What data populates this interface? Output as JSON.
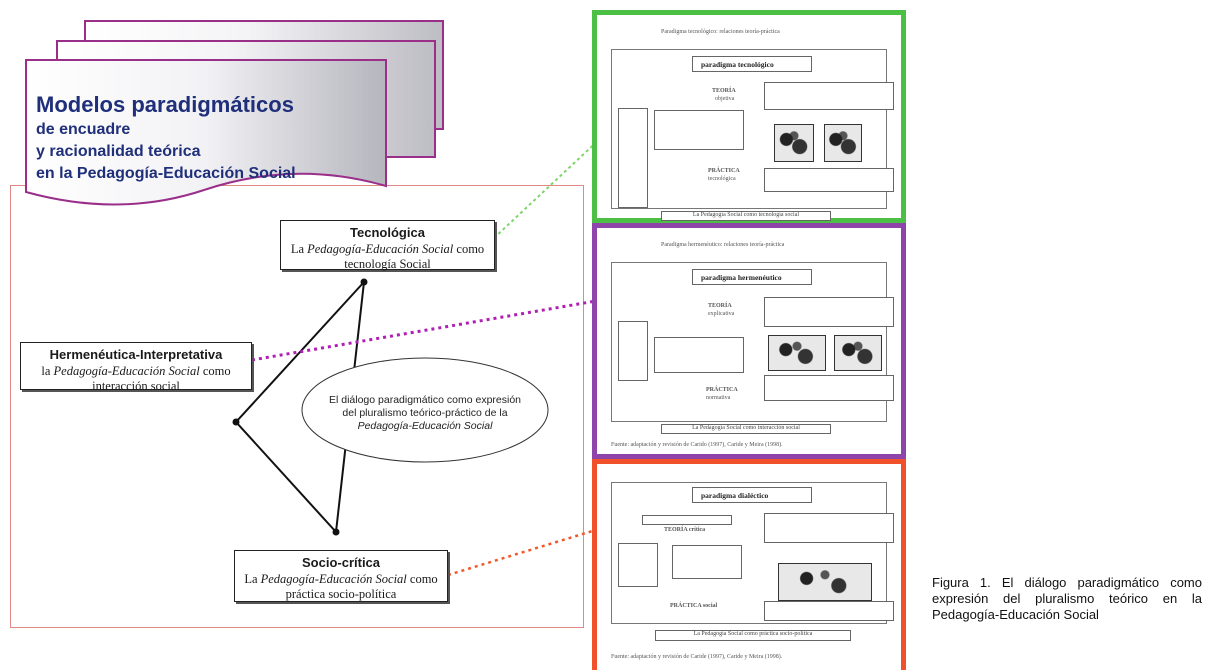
{
  "banner": {
    "title": "Modelos paradigmáticos",
    "line2": "de encuadre",
    "line3": "y racionalidad teórica",
    "line4": "en la Pedagogía-Educación Social"
  },
  "nodes": {
    "tecnologica": {
      "head": "Tecnológica",
      "sub_pre": "La ",
      "sub_em": "Pedagogía-Educación Social",
      "sub_post": " como tecnología Social"
    },
    "hermeneutica": {
      "head": "Hermenéutica-Interpretativa",
      "sub_pre": "la ",
      "sub_em": "Pedagogía-Educación Social",
      "sub_post": " como interacción social"
    },
    "sociocritica": {
      "head": "Socio-crítica",
      "sub_pre": "La ",
      "sub_em": "Pedagogía-Educación Social",
      "sub_post": " como práctica socio-política"
    }
  },
  "center_ellipse": {
    "line1": "El diálogo paradigmático como expresión",
    "line2": "del pluralismo teórico-práctico de la",
    "line3": "Pedagogía-Educación Social"
  },
  "thumbnails": [
    {
      "header": "Paradigma tecnológico: relaciones teoría-práctica",
      "paradigm": "paradigma tecnológico",
      "teoria": "TEORÍA",
      "teoria_sub": "objetiva",
      "practica": "PRÁCTICA",
      "practica_sub": "tecnológica",
      "footer": "La Pedagogía Social como tecnología social",
      "border_color": "#4cbf45"
    },
    {
      "header": "Paradigma hermenéutico: relaciones teoría-práctica",
      "paradigm": "paradigma hermenéutico",
      "teoria": "TEORÍA",
      "teoria_sub": "explicativa",
      "practica": "PRÁCTICA",
      "practica_sub": "normativa",
      "footer": "La Pedagogía Social como interacción social",
      "source": "Fuente: adaptación y revisión de Carido (1997), Caride y Meira (1998).",
      "border_color": "#8e44a8"
    },
    {
      "header": "",
      "paradigm": "paradigma dialéctico",
      "teoria": "TEORÍA crítica",
      "practica": "PRÁCTICA social",
      "footer": "La Pedagogía Social como práctica socio-política",
      "source": "Fuente: adaptación y revisión de Caride (1997), Caride y Meira (1998).",
      "border_color": "#f0502a"
    }
  ],
  "caption": "Figura 1. El diálogo paradigmático como expresión del pluralismo teórico en la Pedagogía-Educación Social",
  "colors": {
    "green": "#4cbf45",
    "purple": "#8e44a8",
    "orange": "#f0502a",
    "banner_title": "#1f2f7a",
    "page_border": "#9a2f8a"
  }
}
